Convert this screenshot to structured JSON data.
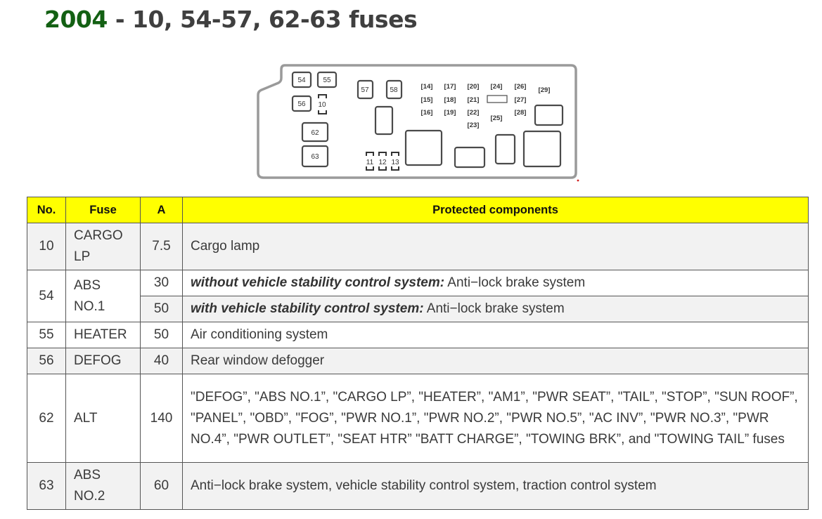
{
  "title": {
    "year": "2004",
    "rest": " - 10, 54-57, 62-63 fuses"
  },
  "diagram": {
    "fuse_labels": [
      "54",
      "55",
      "56",
      "57",
      "58",
      "62",
      "63",
      "10",
      "11",
      "12",
      "13"
    ],
    "small_fuses": [
      "14",
      "17",
      "20",
      "24",
      "26",
      "29",
      "15",
      "18",
      "21",
      "27",
      "16",
      "19",
      "22",
      "25",
      "28",
      "23"
    ]
  },
  "table": {
    "headers": {
      "no": "No.",
      "fuse": "Fuse",
      "amp": "A",
      "components": "Protected components"
    },
    "rows": [
      {
        "no": "10",
        "fuse": "CARGO LP",
        "amp": "7.5",
        "components": "Cargo lamp"
      },
      {
        "no": "54",
        "fuse": "ABS NO.1",
        "amp": "30",
        "prefix": "without vehicle stability control system:",
        "components": " Anti−lock brake system"
      },
      {
        "amp": "50",
        "prefix": "with vehicle stability control system:",
        "components": " Anti−lock brake system"
      },
      {
        "no": "55",
        "fuse": "HEATER",
        "amp": "50",
        "components": "Air conditioning system"
      },
      {
        "no": "56",
        "fuse": "DEFOG",
        "amp": "40",
        "components": "Rear window defogger"
      },
      {
        "no": "62",
        "fuse": "ALT",
        "amp": "140",
        "components": "\"DEFOG”, \"ABS NO.1”, \"CARGO LP”, \"HEATER”, \"AM1”, \"PWR SEAT”, \"TAIL”, \"STOP”, \"SUN ROOF”, \"PANEL”, \"OBD”, \"FOG”, \"PWR NO.1”, \"PWR NO.2”, \"PWR NO.5”, \"AC INV”, \"PWR NO.3”, \"PWR NO.4”, \"PWR OUTLET”, \"SEAT HTR” \"BATT CHARGE”, \"TOWING BRK”, and \"TOWING TAIL” fuses"
      },
      {
        "no": "63",
        "fuse": "ABS NO.2",
        "amp": "60",
        "components": "Anti−lock brake system, vehicle stability control system, traction control system"
      }
    ]
  }
}
